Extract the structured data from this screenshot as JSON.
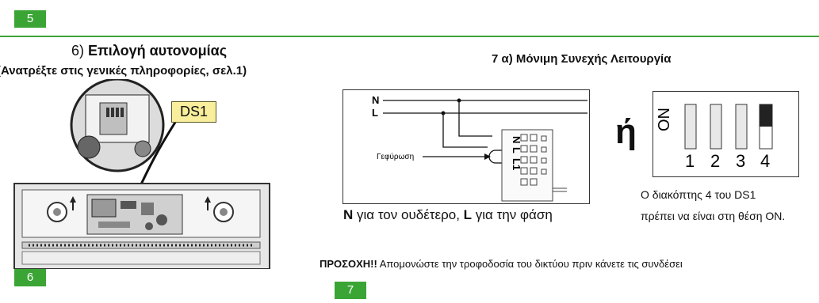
{
  "page_numbers": {
    "top": "5",
    "left_bottom": "6",
    "right_bottom": "7"
  },
  "left_section": {
    "title_prefix": "6) ",
    "title_bold": "Επιλογή αυτονομίας",
    "subtitle": "(Ανατρέξτε στις γενικές πληροφορίες, σελ.1)",
    "callout_label": "DS1"
  },
  "right_section": {
    "title": "7 α) Μόνιμη Συνεχής Λειτουργία",
    "wiring": {
      "line_n": "N",
      "line_l": "L",
      "bridge_label": "Γεφύρωση",
      "terminal_labels": [
        "N",
        "L",
        "L1"
      ]
    },
    "or_word": "ή",
    "switch": {
      "on_label": "ON",
      "numbers": [
        "1",
        "2",
        "3",
        "4"
      ]
    },
    "switch_note_line1": "Ο διακόπτης 4 του DS1",
    "switch_note_line2": "πρέπει να είναι στη θέση ON.",
    "caption": {
      "n_letter": "N",
      "n_text": " για τον ουδέτερο, ",
      "l_letter": "L",
      "l_text": " για την φάση"
    },
    "warning": {
      "bold": "ΠΡΟΣΟΧΗ!!",
      "text": " Απομονώστε την τροφοδοσία του δικτύου πριν κάνετε τις συνδέσει"
    }
  }
}
